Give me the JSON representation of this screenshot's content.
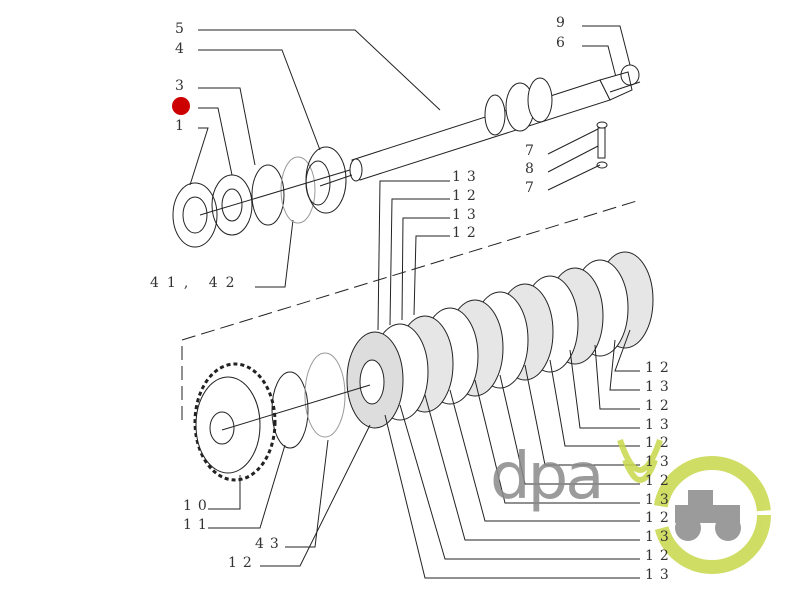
{
  "diagram": {
    "top_labels": [
      {
        "id": "5",
        "text": "5"
      },
      {
        "id": "4",
        "text": "4"
      },
      {
        "id": "3",
        "text": "3"
      },
      {
        "id": "1",
        "text": "1"
      },
      {
        "id": "9",
        "text": "9"
      },
      {
        "id": "6",
        "text": "6"
      },
      {
        "id": "7a",
        "text": "7"
      },
      {
        "id": "8",
        "text": "8"
      },
      {
        "id": "7b",
        "text": "7"
      },
      {
        "id": "13a",
        "text": "13"
      },
      {
        "id": "12a",
        "text": "12"
      },
      {
        "id": "13b",
        "text": "13"
      },
      {
        "id": "12b",
        "text": "12"
      },
      {
        "id": "41-42",
        "text": "41, 42"
      }
    ],
    "bottom_labels": [
      {
        "id": "10",
        "text": "10"
      },
      {
        "id": "11",
        "text": "11"
      },
      {
        "id": "43",
        "text": "43"
      },
      {
        "id": "12c",
        "text": "12"
      }
    ],
    "right_column": [
      "12",
      "13",
      "12",
      "13",
      "12",
      "13",
      "12",
      "13",
      "12",
      "13",
      "12",
      "13"
    ],
    "marker_color": "#cc0000",
    "watermark": {
      "text": "dpa",
      "ring_color": "#c8d84a",
      "text_color": "#8a8a8a"
    }
  }
}
